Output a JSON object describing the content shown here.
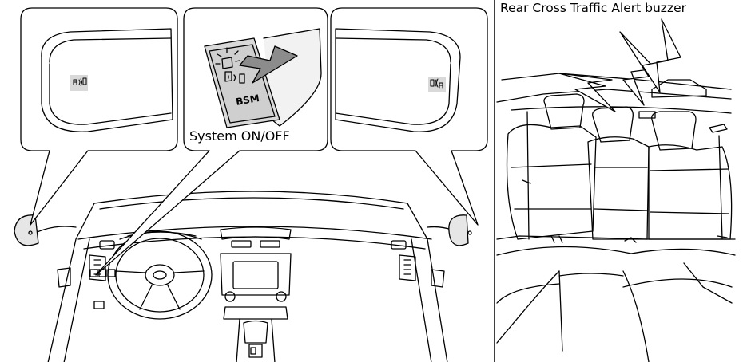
{
  "labels": {
    "system_on_off": "System ON/OFF",
    "rear_cross_traffic_alert_buzzer": "Rear Cross Traffic Alert buzzer",
    "bsm_button": "BSM"
  },
  "colors": {
    "line": "#000000",
    "indicator_gray": "#d9d9d9",
    "mirror_fill": "#e6e6e6",
    "arrow_fill": "#8c8c8c"
  }
}
